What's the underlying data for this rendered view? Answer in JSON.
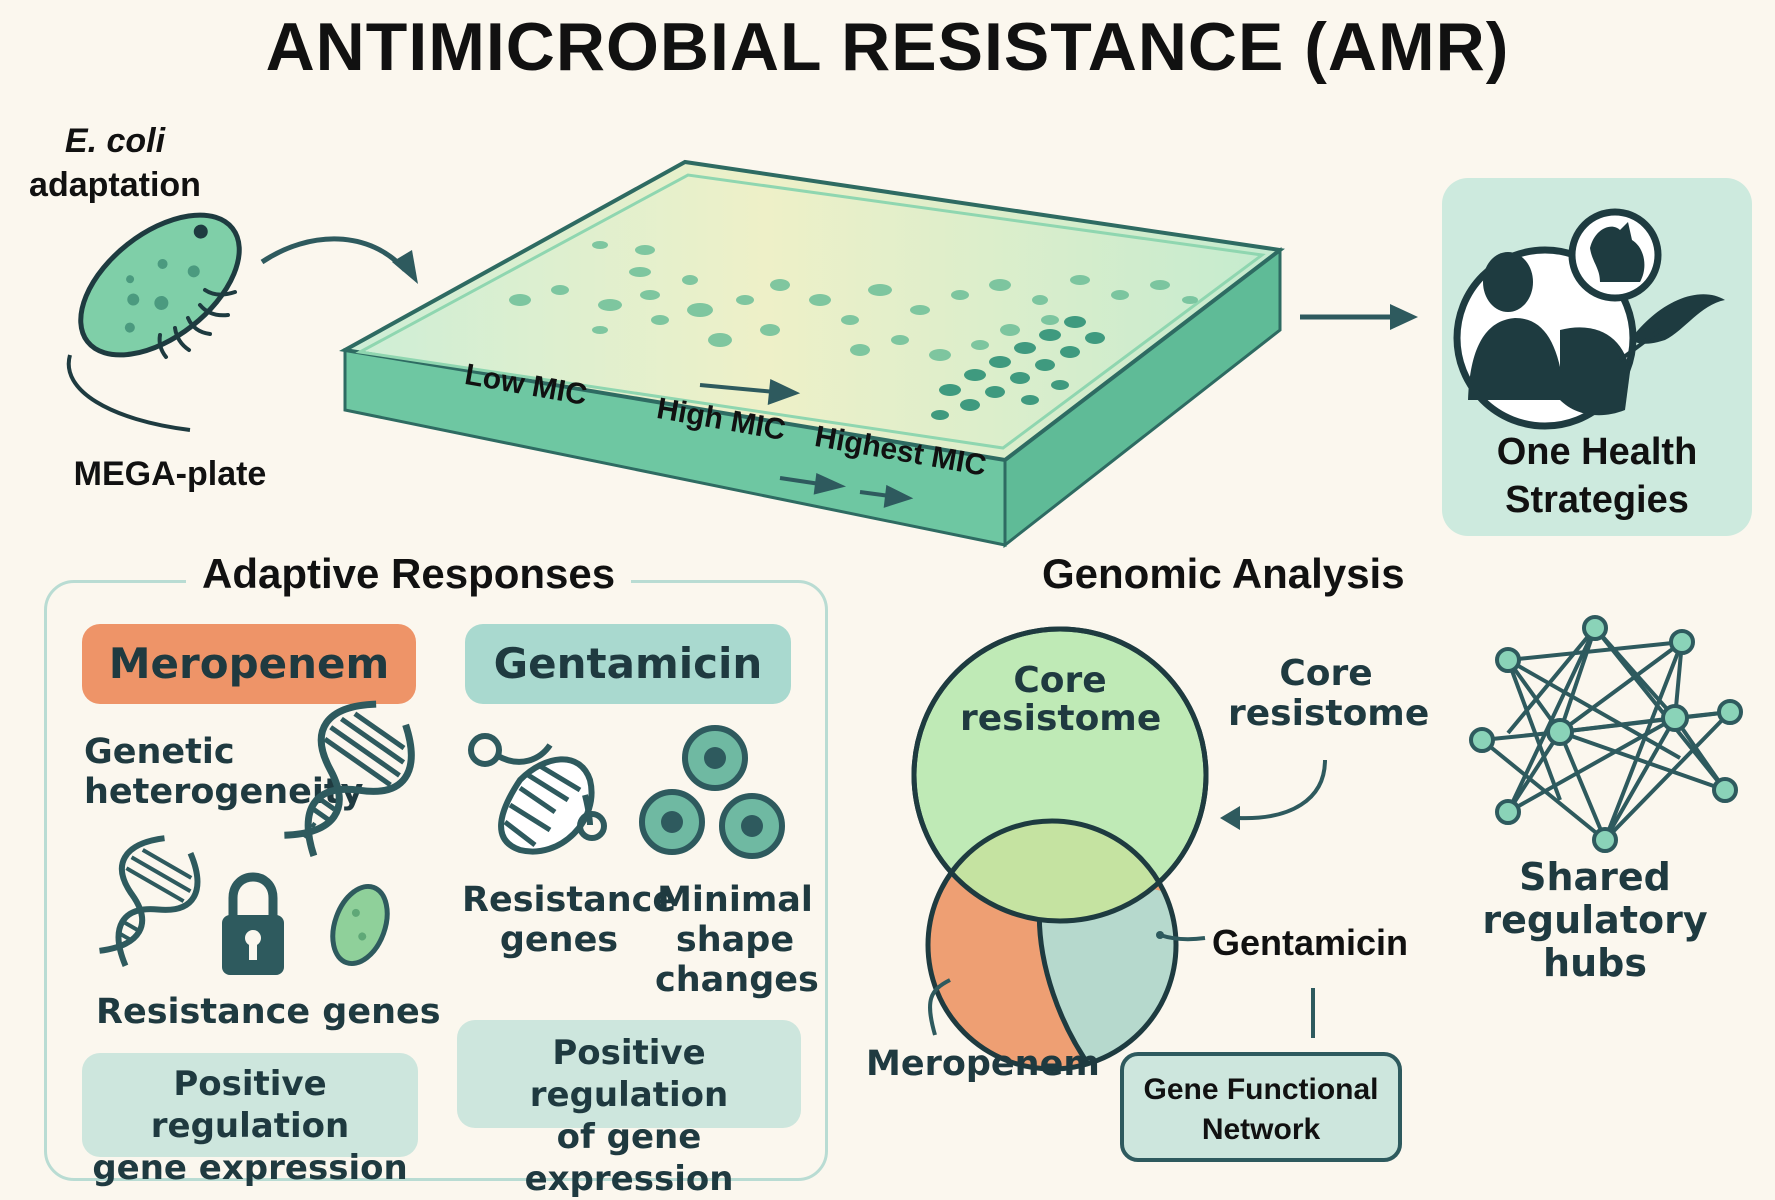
{
  "title": "ANTIMICROBIAL RESISTANCE (AMR)",
  "top": {
    "ecoli_line1": "E. coli",
    "ecoli_line2": "adaptation",
    "megaplate": "MEGA-plate",
    "mic_low": "Low MIC",
    "mic_high": "High MIC",
    "mic_highest": "Highest MIC",
    "one_health_line1": "One Health",
    "one_health_line2": "Strategies"
  },
  "adaptive": {
    "heading": "Adaptive Responses",
    "meropenem": {
      "pill": "Meropenem",
      "genetic_line1": "Genetic",
      "genetic_line2": "heterogeneity",
      "resistance": "Resistance genes",
      "reg_line1": "Positive regulation",
      "reg_line2": "gene expression"
    },
    "gentamicin": {
      "pill": "Gentamicin",
      "res_line1": "Resistance",
      "res_line2": "genes",
      "shape_line1": "Minimal",
      "shape_line2": "shape",
      "shape_line3": "changes",
      "reg_line1": "Positive regulation",
      "reg_line2": "of gene expression"
    }
  },
  "genomic": {
    "heading": "Genomic Analysis",
    "venn_core_line1": "Core",
    "venn_core_line2": "resistome",
    "core_label_line1": "Core",
    "core_label_line2": "resistome",
    "gentamicin": "Gentamicin",
    "meropenem": "Meropenem",
    "network_line1": "Gene Functional",
    "network_line2": "Network",
    "hubs_line1": "Shared",
    "hubs_line2": "regulatory",
    "hubs_line3": "hubs"
  },
  "colors": {
    "background": "#fbf7ee",
    "teal_dark": "#2e5a5e",
    "green_light": "#bfeab6",
    "orange": "#ee9468",
    "teal_light": "#a9d9cf",
    "plate_green": "#8fd6b0"
  }
}
